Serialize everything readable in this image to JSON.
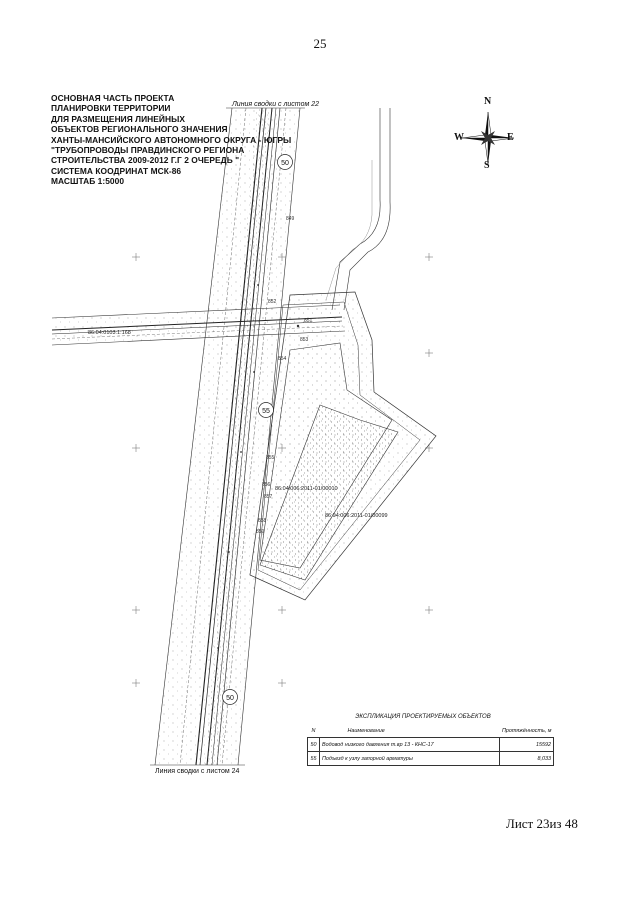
{
  "page_number": "25",
  "title_lines": [
    "ОСНОВНАЯ ЧАСТЬ ПРОЕКТА",
    "ПЛАНИРОВКИ ТЕРРИТОРИИ",
    "ДЛЯ РАЗМЕЩЕНИЯ ЛИНЕЙНЫХ",
    "ОБЪЕКТОВ РЕГИОНАЛЬНОГО ЗНАЧЕНИЯ",
    "ХАНТЫ-МАНСИЙСКОГО АВТОНОМНОГО ОКРУГА - ЮГРЫ",
    "\"ТРУБОПРОВОДЫ ПРАВДИНСКОГО РЕГИОНА",
    " СТРОИТЕЛЬСТВА 2009-2012 Г.Г 2 ОЧЕРЕДЬ \"",
    "СИСТЕМА КООДРИНАТ МСК-86",
    "МАСШТАБ 1:5000"
  ],
  "match_line_top": "Линия сводки с листом 22",
  "match_line_bottom": "Линия сводки с листом 24",
  "compass": {
    "north": "N",
    "south": "S",
    "east": "E",
    "west": "W"
  },
  "cadastral_labels": {
    "road_strip": "86:04:0103:1:168",
    "parcel_a": "86:04:006:2011-01/00010",
    "parcel_b": "86:04:006:2011-01/00099"
  },
  "route_markers": {
    "top": "50",
    "middle": "55",
    "bottom": "50"
  },
  "picket_labels": [
    "849",
    "852",
    "851",
    "853",
    "854",
    "855",
    "856",
    "857",
    "858",
    "859"
  ],
  "legend": {
    "title": "ЭКСПЛИКАЦИЯ ПРОЕКТИРУЕМЫХ ОБЪЕКТОВ",
    "headers": {
      "num": "N",
      "name": "Наименование",
      "length": "Протяжённость, м"
    },
    "rows": [
      {
        "num": "50",
        "name": "Водовод низкого давления т.вр 13 - КНС-17",
        "length": "15592"
      },
      {
        "num": "55",
        "name": "Подъезд к узлу запорной арматуры",
        "length": "8,033"
      }
    ]
  },
  "sheet_label": "Лист 23из 48",
  "colors": {
    "lines": "#222222",
    "hatch": "#777777"
  }
}
